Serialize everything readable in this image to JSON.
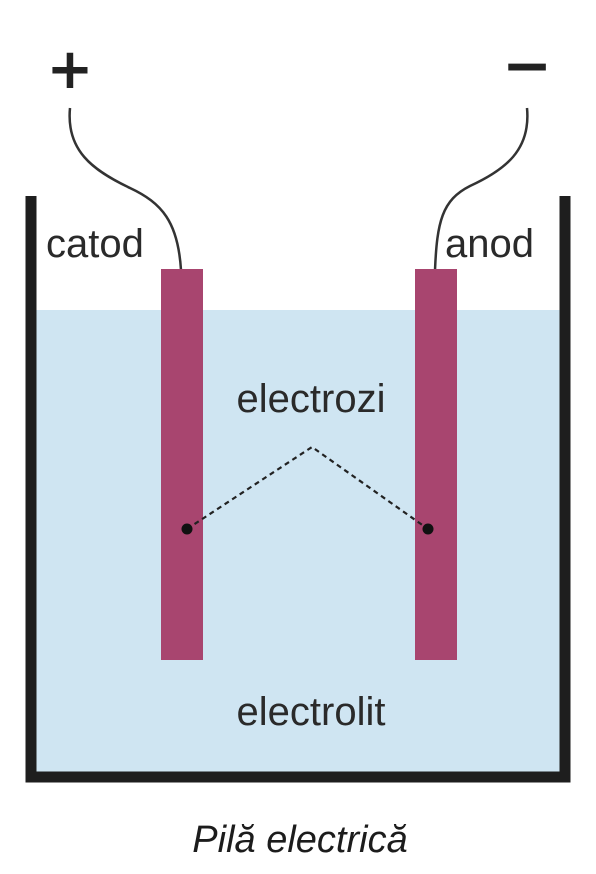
{
  "labels": {
    "plus": "+",
    "minus": "−",
    "cathode": "catod",
    "anode": "anod",
    "electrodes": "electrozi",
    "electrolyte": "electrolit"
  },
  "caption": "Pilă electrică",
  "colors": {
    "electrolyte": "#cfe5f2",
    "electrode": "#a8456f",
    "container": "#1e1e1e",
    "wire": "#333333"
  }
}
